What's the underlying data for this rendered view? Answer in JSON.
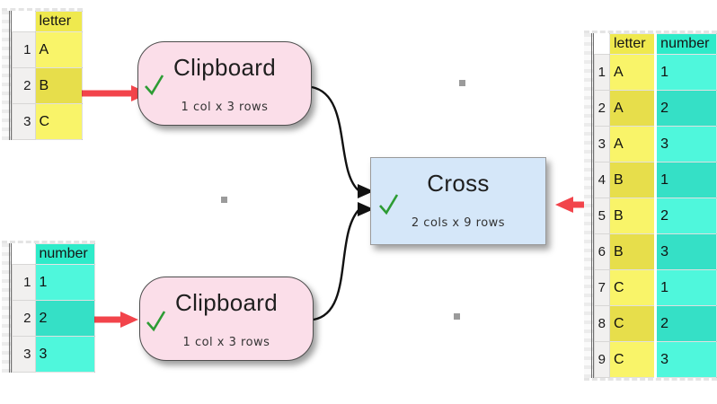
{
  "nodes": {
    "clipboard_top": {
      "title": "Clipboard",
      "subtitle": "1 col x 3 rows",
      "status_icon": "success-check-icon"
    },
    "clipboard_bottom": {
      "title": "Clipboard",
      "subtitle": "1 col x 3 rows",
      "status_icon": "success-check-icon"
    },
    "cross": {
      "title": "Cross",
      "subtitle": "2 cols x 9 rows",
      "status_icon": "success-check-icon"
    }
  },
  "tables": {
    "letter": {
      "header": "letter",
      "rows": [
        {
          "n": "1",
          "v": "A"
        },
        {
          "n": "2",
          "v": "B"
        },
        {
          "n": "3",
          "v": "C"
        }
      ]
    },
    "number": {
      "header": "number",
      "rows": [
        {
          "n": "1",
          "v": "1"
        },
        {
          "n": "2",
          "v": "2"
        },
        {
          "n": "3",
          "v": "3"
        }
      ]
    },
    "result": {
      "headers": {
        "letter": "letter",
        "number": "number"
      },
      "rows": [
        {
          "n": "1",
          "letter": "A",
          "number": "1"
        },
        {
          "n": "2",
          "letter": "A",
          "number": "2"
        },
        {
          "n": "3",
          "letter": "A",
          "number": "3"
        },
        {
          "n": "4",
          "letter": "B",
          "number": "1"
        },
        {
          "n": "5",
          "letter": "B",
          "number": "2"
        },
        {
          "n": "6",
          "letter": "B",
          "number": "3"
        },
        {
          "n": "7",
          "letter": "C",
          "number": "1"
        },
        {
          "n": "8",
          "letter": "C",
          "number": "2"
        },
        {
          "n": "9",
          "letter": "C",
          "number": "3"
        }
      ]
    }
  },
  "colors": {
    "annotation_red": "#F2444B",
    "check_green": "#2D9C34",
    "node_pink": "#FBDEE9",
    "node_blue": "#D5E7F9",
    "yellow_header": "#EFE94E",
    "yellow_light": "#F9F469",
    "yellow_dark": "#E7DE4B",
    "teal_header": "#2EEBC9",
    "teal_light": "#4FF7DC",
    "teal_dark": "#35E0C6",
    "connector_black": "#111111"
  }
}
